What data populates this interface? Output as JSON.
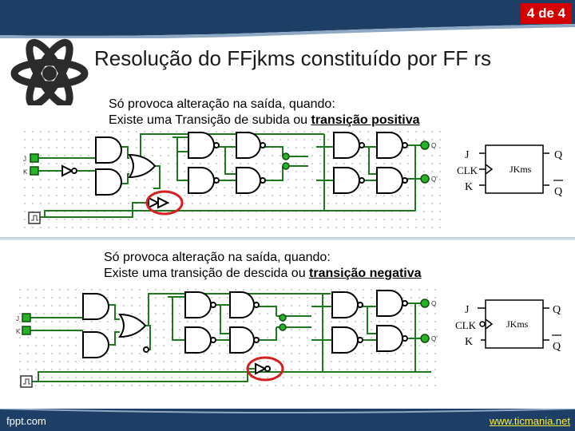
{
  "slide": {
    "page_indicator": "4 de 4",
    "title": "Resolução do FFjkms constituído por FF rs"
  },
  "section_positive": {
    "line1": "Só provoca alteração na saída, quando:",
    "line2_prefix": "Existe uma Transição de subida ou ",
    "line2_emphasis": "transição positiva"
  },
  "section_negative": {
    "line1": "Só provoca alteração na saída, quando:",
    "line2_prefix": "Existe uma transição de descida ou ",
    "line2_emphasis": "transição negativa"
  },
  "jk_symbol": {
    "input_j": "J",
    "input_clk": "CLK",
    "input_k": "K",
    "output_q": "Q",
    "output_qbar": "Q",
    "box_label": "JKms"
  },
  "circuit": {
    "input_j": "J",
    "input_k": "K",
    "output_q": "Q",
    "output_qbar": "Q'"
  },
  "footer": {
    "brand": "fppt.com",
    "link": "www.ticmania.net"
  },
  "colors": {
    "topbar": "#1d3f66",
    "footer": "#1d3f66",
    "badge": "#d40000",
    "wire": "#1f7a1f",
    "highlight_circle": "#d62020",
    "led_on": "#27b327"
  }
}
